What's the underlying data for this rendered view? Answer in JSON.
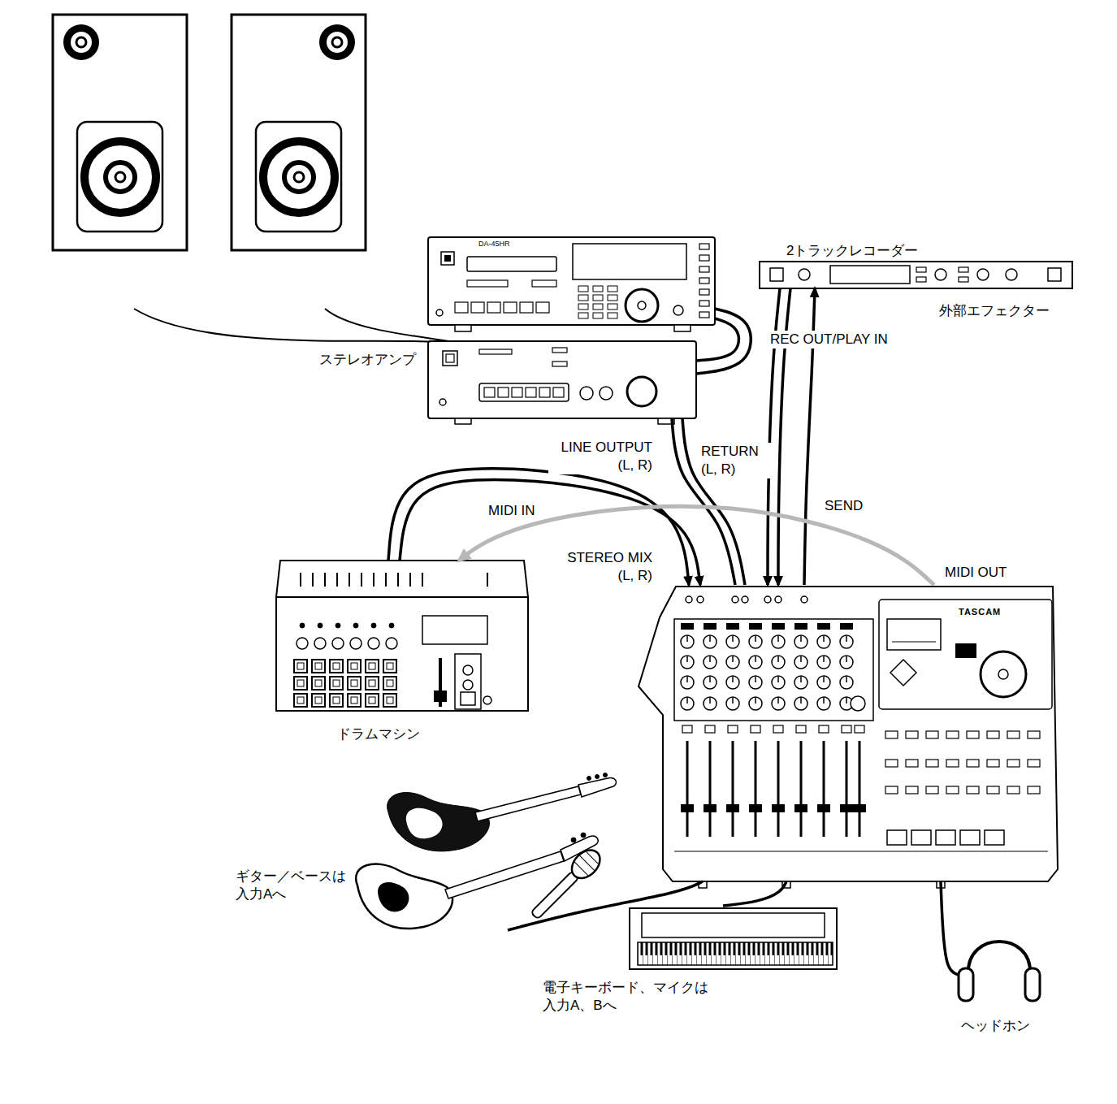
{
  "diagram": {
    "nodes": [
      {
        "text": [
          "2トラックレコーダー"
        ]
      },
      {
        "text": [
          "ステレオアンプ"
        ]
      },
      {
        "text": [
          "外部エフェクター"
        ]
      },
      {
        "text": [
          "ドラムマシン"
        ]
      },
      {
        "text": [
          "TASCAM"
        ]
      },
      {
        "text": [
          "ギター／ベースは 入力Aへ"
        ]
      },
      {
        "text": [
          "電子キーボード、マイクは 入力A、Bへ"
        ]
      },
      {
        "text": [
          "ヘッドホン"
        ]
      }
    ],
    "edges": [
      {
        "from": 0,
        "to": 1,
        "label": "REC OUT/PLAY IN",
        "arrow": "none"
      },
      {
        "from": 4,
        "to": 1,
        "label": "LINE OUTPUT (L, R)",
        "arrow": "none"
      },
      {
        "from": 2,
        "to": 4,
        "label": "RETURN (L, R)",
        "arrow": "to"
      },
      {
        "from": 4,
        "to": 2,
        "label": "SEND",
        "arrow": "to"
      },
      {
        "from": 3,
        "to": 4,
        "label": "STEREO MIX (L, R)",
        "arrow": "to"
      },
      {
        "from": 4,
        "to": 3,
        "arrow": "to"
      },
      {
        "from": 5,
        "to": 4,
        "arrow": "none"
      },
      {
        "from": 6,
        "to": 4,
        "arrow": "none"
      },
      {
        "from": 4,
        "to": 7,
        "arrow": "none"
      }
    ],
    "labels": [
      "MIDI IN",
      "MIDI OUT",
      "DA-45HR"
    ]
  }
}
